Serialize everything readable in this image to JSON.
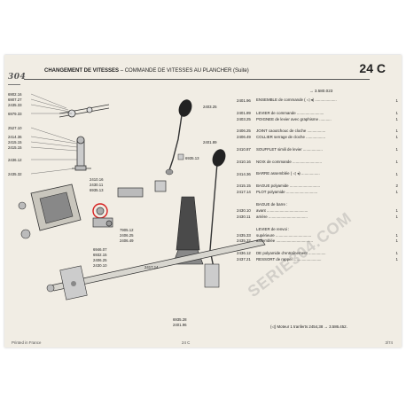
{
  "brand": "304",
  "header": {
    "title_main": "CHANGEMENT DE VITESSES",
    "title_sub": "– COMMANDE DE VITESSES AU PLANCHER (Suite)",
    "section": "24 C"
  },
  "ref_line": "→ 3.580.023",
  "parts": [
    {
      "num": "2401.96",
      "desc": "ENSEMBLE de commande ( ◁ ◂) ....................",
      "qty": "1"
    },
    {
      "num": "",
      "desc": "",
      "qty": ""
    },
    {
      "num": "2401.89",
      "desc": "LEVIER de commande .........................",
      "qty": "1"
    },
    {
      "num": "2403.25",
      "desc": "POIGNEE de levier avec graphisme ...........",
      "qty": "1"
    },
    {
      "num": "",
      "desc": "",
      "qty": ""
    },
    {
      "num": "2406.25",
      "desc": "JOINT caoutchouc de cloche .................",
      "qty": "1"
    },
    {
      "num": "2406.49",
      "desc": "COLLIER serrage de cloche ..................",
      "qty": "1"
    },
    {
      "num": "",
      "desc": "",
      "qty": ""
    },
    {
      "num": "2410.87",
      "desc": "SOUFFLET simili de levier ..................",
      "qty": "1"
    },
    {
      "num": "",
      "desc": "",
      "qty": ""
    },
    {
      "num": "2410.16",
      "desc": "NOIX de commande ...........................",
      "qty": "1"
    },
    {
      "num": "",
      "desc": "",
      "qty": ""
    },
    {
      "num": "2414.36",
      "desc": "BARRE assemblée ( ◁ ◂) .................",
      "qty": "1"
    },
    {
      "num": "",
      "desc": "",
      "qty": ""
    },
    {
      "num": "2415.15",
      "desc": "BAGUE polyamide ............................",
      "qty": "2"
    },
    {
      "num": "2417.14",
      "desc": "PLOT polyamide .............................",
      "qty": "1"
    },
    {
      "num": "",
      "desc": "",
      "qty": ""
    },
    {
      "num": "",
      "desc": "BAGUE de barre :",
      "qty": ""
    },
    {
      "num": "2430.10",
      "desc": "avant ......................................",
      "qty": "1"
    },
    {
      "num": "2430.11",
      "desc": "arrière ....................................",
      "qty": "1"
    },
    {
      "num": "",
      "desc": "",
      "qty": ""
    },
    {
      "num": "",
      "desc": "LEVIER de renvoi :",
      "qty": ""
    },
    {
      "num": "2435.33",
      "desc": "supérieure .................................",
      "qty": "1"
    },
    {
      "num": "2435.32",
      "desc": "assemblée ..................................",
      "qty": "1"
    },
    {
      "num": "",
      "desc": "",
      "qty": ""
    },
    {
      "num": "2436.12",
      "desc": "DE polyamide d'entraînement ................",
      "qty": "1"
    },
    {
      "num": "2437.21",
      "desc": "RESSORT de rappel ..........................",
      "qty": "1"
    }
  ],
  "note": "(◁) Moteur 1 tranferts 2454,38 → 3.586.452.",
  "footer": {
    "left": "Printed in France",
    "mid": "24 C",
    "right": "3/74"
  },
  "watermark": "SERIE304.COM",
  "diagram_labels": [
    "6902.16",
    "6907.27",
    "2435.33",
    "6979.33",
    "2527.10",
    "2414.36",
    "2415.15",
    "2415.15",
    "2436.12",
    "2435.32",
    "2403.25",
    "2401.89",
    "6935.13",
    "2410.16",
    "2430.11",
    "6935.13",
    "7905.12",
    "2406.25",
    "2406.49",
    "6946.07",
    "6932.15",
    "2406.25",
    "2430.10",
    "2417.14",
    "6935.28",
    "2401.96"
  ],
  "colors": {
    "paper": "#f1ede4",
    "ink": "#222222",
    "highlight": "#d62020"
  }
}
